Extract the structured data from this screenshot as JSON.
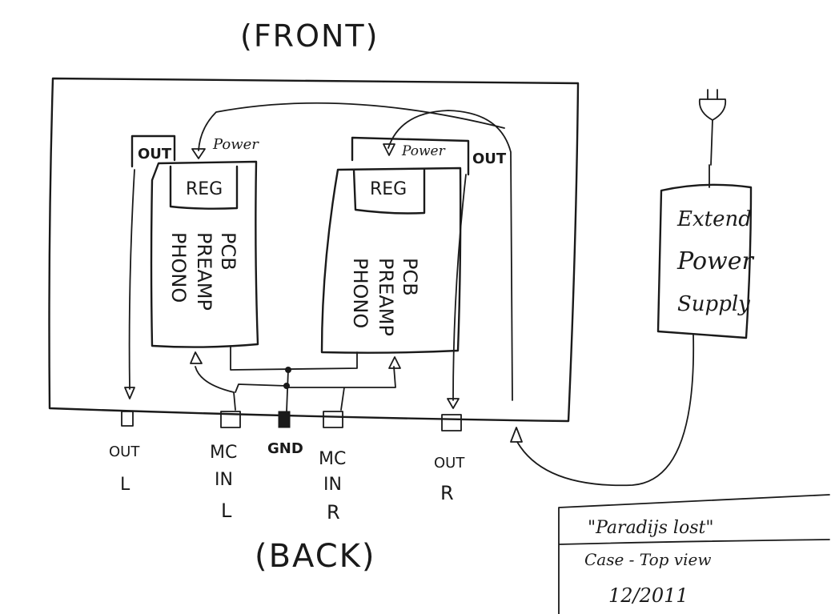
{
  "labels": {
    "front": "(FRONT)",
    "back": "(BACK)",
    "out_top_left": "OUT",
    "out_top_right": "OUT",
    "power_left": "Power",
    "power_right": "Power",
    "reg": "REG",
    "pcb_line1": "PHONO",
    "pcb_line2": "PREAMP",
    "pcb_line3": "PCB",
    "psu_line1": "Extend",
    "psu_line2": "Power",
    "psu_line3": "Supply"
  },
  "connectors": [
    {
      "id": "out-l",
      "line1": "OUT",
      "line2": "L",
      "line3": ""
    },
    {
      "id": "mc-in-l",
      "line1": "MC",
      "line2": "IN",
      "line3": "L"
    },
    {
      "id": "gnd",
      "line1": "GND",
      "line2": "",
      "line3": ""
    },
    {
      "id": "mc-in-r",
      "line1": "MC",
      "line2": "IN",
      "line3": "R"
    },
    {
      "id": "out-r",
      "line1": "OUT",
      "line2": "R",
      "line3": ""
    }
  ],
  "title_block": {
    "project": "\"Paradijs lost\"",
    "description": "Case - Top view",
    "date": "12/2011"
  },
  "icons": [
    "power-plug-icon"
  ]
}
